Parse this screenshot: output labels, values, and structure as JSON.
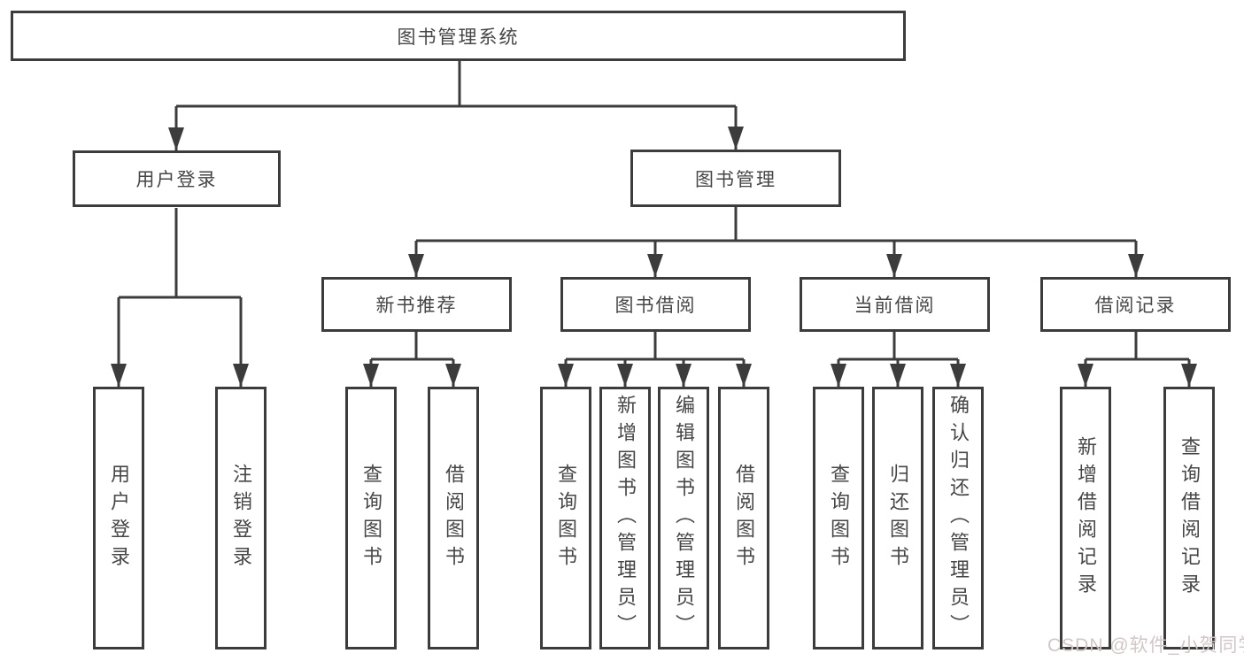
{
  "root": {
    "label": "图书管理系统"
  },
  "branches": [
    {
      "label": "用户登录",
      "children": [
        {
          "label": "用户登录"
        },
        {
          "label": "注销登录"
        }
      ]
    },
    {
      "label": "图书管理",
      "children": [
        {
          "label": "新书推荐",
          "children": [
            {
              "label": "查询图书"
            },
            {
              "label": "借阅图书"
            }
          ]
        },
        {
          "label": "图书借阅",
          "children": [
            {
              "label": "查询图书"
            },
            {
              "label": "新增图书（管理员）"
            },
            {
              "label": "编辑图书（管理员）"
            },
            {
              "label": "借阅图书"
            }
          ]
        },
        {
          "label": "当前借阅",
          "children": [
            {
              "label": "查询图书"
            },
            {
              "label": "归还图书"
            },
            {
              "label": "确认归还（管理员）"
            }
          ]
        },
        {
          "label": "借阅记录",
          "children": [
            {
              "label": "新增借阅记录"
            },
            {
              "label": "查询借阅记录"
            }
          ]
        }
      ]
    }
  ],
  "watermark": "CSDN @软件_小贺同学",
  "colors": {
    "line": "#3c3c3c",
    "text": "#464646",
    "box_background": "#ffffff",
    "page_background": "#ffffff",
    "watermark": "#d3c6c6"
  }
}
